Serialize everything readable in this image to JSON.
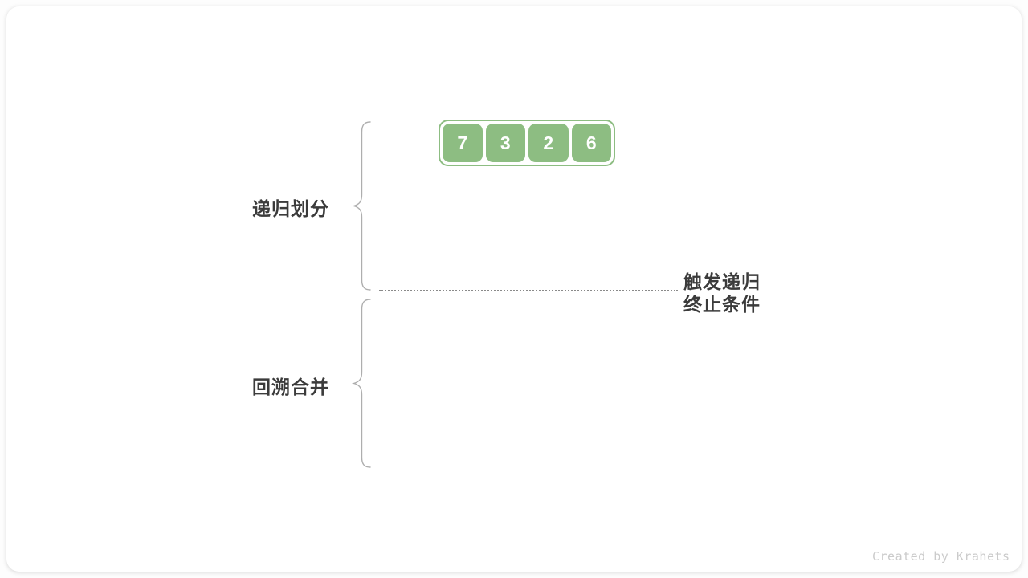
{
  "array": {
    "values": [
      "7",
      "3",
      "2",
      "6"
    ]
  },
  "labels": {
    "recursive_partition": "递归划分",
    "backtrack_merge": "回溯合并",
    "termination": {
      "line1": "触发递归",
      "line2": "终止条件"
    }
  },
  "watermark": "Created by Krahets",
  "colors": {
    "cell_green": "#8dbd82",
    "label_text": "#3b3b3b",
    "brace_gray": "#aeaeae",
    "dot_gray": "#8a8a8a",
    "watermark_gray": "#cbcbcb",
    "card_bg": "#ffffff"
  }
}
